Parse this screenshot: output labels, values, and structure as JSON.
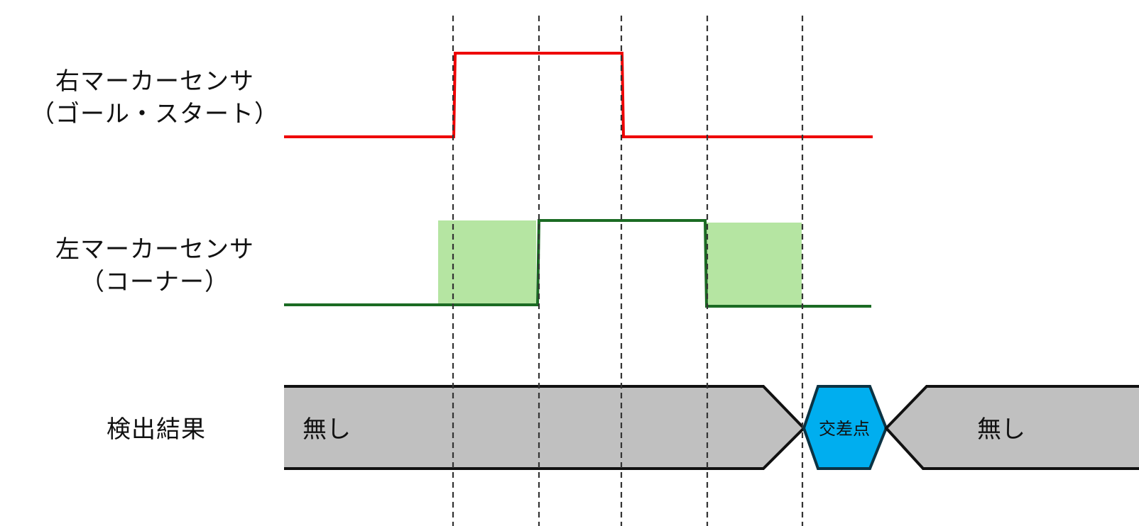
{
  "labels": {
    "right_sensor": {
      "line1": "右マーカーセンサ",
      "line2": "（ゴール・スタート）"
    },
    "left_sensor": {
      "line1": "左マーカーセンサ",
      "line2": "（コーナー）"
    },
    "result": "検出結果"
  },
  "result_states": {
    "none_left": "無し",
    "crossing": "交差点",
    "none_right": "無し"
  },
  "colors": {
    "right_signal": "#ee0000",
    "left_signal": "#1b6b23",
    "highlight": "#b5e5a2",
    "bar_fill": "#c0c0c0",
    "crossing_fill": "#00aeef",
    "guide_line": "#333333"
  }
}
